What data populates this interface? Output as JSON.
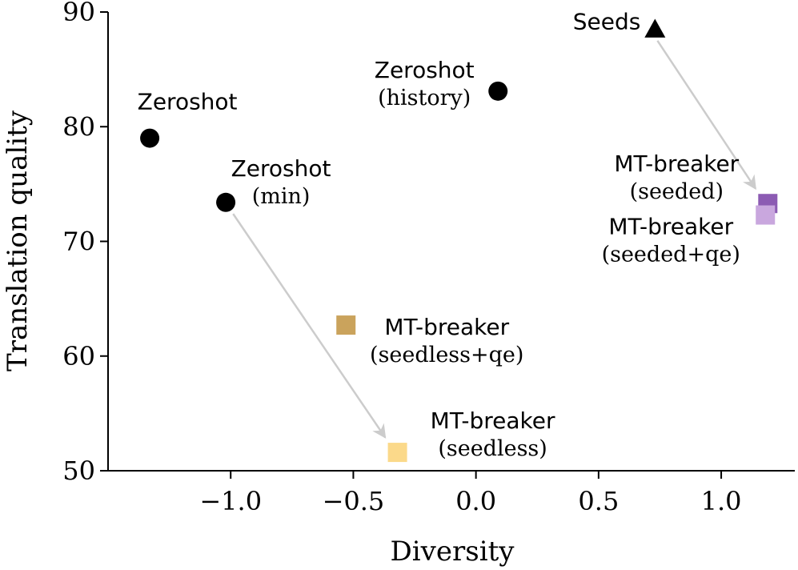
{
  "chart_data": {
    "type": "scatter",
    "title": "",
    "xlabel": "Diversity",
    "ylabel": "Translation quality",
    "xlim": [
      -1.5,
      1.3
    ],
    "ylim": [
      50,
      90
    ],
    "x_ticks": [
      -1.0,
      -0.5,
      0.0,
      0.5,
      1.0
    ],
    "x_tick_labels": [
      "−1.0",
      "−0.5",
      "0.0",
      "0.5",
      "1.0"
    ],
    "y_ticks": [
      50,
      60,
      70,
      80,
      90
    ],
    "y_tick_labels": [
      "50",
      "60",
      "70",
      "80",
      "90"
    ],
    "grid": false,
    "legend": "none",
    "points": [
      {
        "id": "seeds",
        "x": 0.73,
        "y": 88.5,
        "marker": "triangle",
        "color": "#000000",
        "label_lines": [
          "Seeds"
        ],
        "label_font": "sans",
        "label_anchor": "end",
        "label_dx": -18,
        "label_dy": 0
      },
      {
        "id": "zeroshot",
        "x": -1.33,
        "y": 79.0,
        "marker": "circle",
        "color": "#000000",
        "label_lines": [
          "Zeroshot"
        ],
        "label_font": "sans",
        "label_anchor": "middle",
        "label_dx": 47,
        "label_dy": -36
      },
      {
        "id": "zeroshot-history",
        "x": 0.09,
        "y": 83.1,
        "marker": "circle",
        "color": "#000000",
        "label_lines": [
          "Zeroshot",
          "(history)"
        ],
        "label_font": "mixed",
        "label_anchor": "middle",
        "label_dx": -92,
        "label_dy": -17
      },
      {
        "id": "zeroshot-min",
        "x": -1.02,
        "y": 73.4,
        "marker": "circle",
        "color": "#000000",
        "label_lines": [
          "Zeroshot",
          "(min)"
        ],
        "label_font": "mixed",
        "label_anchor": "middle",
        "label_dx": 69,
        "label_dy": -33
      },
      {
        "id": "mt-breaker-seeded",
        "x": 1.19,
        "y": 73.3,
        "marker": "square",
        "color": "#8c5bb3",
        "label_lines": [
          "MT-breaker",
          "(seeded)"
        ],
        "label_font": "mixed",
        "label_anchor": "middle",
        "label_dx": -114,
        "label_dy": -40
      },
      {
        "id": "mt-breaker-seeded-qe",
        "x": 1.18,
        "y": 72.3,
        "marker": "square",
        "color": "#c9a7de",
        "label_lines": [
          "MT-breaker",
          "(seeded+qe)"
        ],
        "label_font": "mixed",
        "label_anchor": "middle",
        "label_dx": -118,
        "label_dy": 24
      },
      {
        "id": "mt-breaker-seedless-qe",
        "x": -0.53,
        "y": 62.7,
        "marker": "square",
        "color": "#caa35c",
        "label_lines": [
          "MT-breaker",
          "(seedless+qe)"
        ],
        "label_font": "mixed",
        "label_anchor": "middle",
        "label_dx": 126,
        "label_dy": 12
      },
      {
        "id": "mt-breaker-seedless",
        "x": -0.32,
        "y": 51.6,
        "marker": "square",
        "color": "#fbd98a",
        "label_lines": [
          "MT-breaker",
          "(seedless)"
        ],
        "label_font": "mixed",
        "label_anchor": "middle",
        "label_dx": 119,
        "label_dy": -30
      }
    ],
    "arrows": [
      {
        "id": "arrow-seeds-to-seeded",
        "from": [
          0.74,
          87.5
        ],
        "to": [
          1.14,
          74.6
        ],
        "color": "#cccccc"
      },
      {
        "id": "arrow-zeroshot-min-to-seedless",
        "from": [
          -0.99,
          72.4
        ],
        "to": [
          -0.37,
          52.9
        ],
        "color": "#cccccc"
      }
    ]
  }
}
